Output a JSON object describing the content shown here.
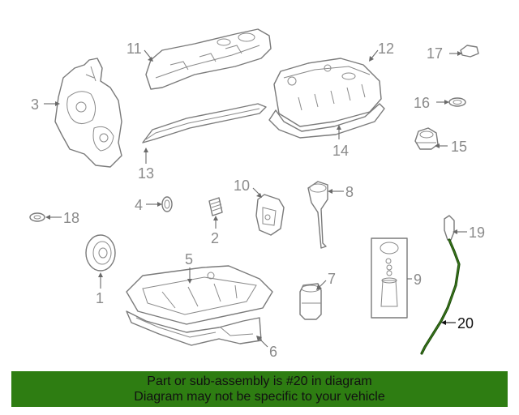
{
  "callouts": {
    "c1": "1",
    "c2": "2",
    "c3": "3",
    "c4": "4",
    "c5": "5",
    "c6": "6",
    "c7": "7",
    "c8": "8",
    "c9": "9",
    "c10": "10",
    "c11": "11",
    "c12": "12",
    "c13": "13",
    "c14": "14",
    "c15": "15",
    "c16": "16",
    "c17": "17",
    "c18": "18",
    "c19": "19",
    "c20": "20"
  },
  "highlighted_part": "20",
  "colors": {
    "banner_bg": "#2e7d12",
    "highlight_part": "#1a4a0a",
    "line_art": "#7a7a7a"
  },
  "banner": {
    "line1": "Part or sub-assembly is #20 in diagram",
    "line2": "Diagram may not be specific to your vehicle"
  }
}
